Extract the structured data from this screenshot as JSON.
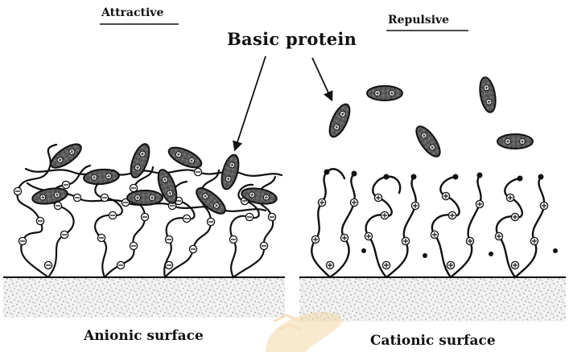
{
  "labels": {
    "attractive": "Attractive",
    "repulsive": "Repulsive",
    "basic_protein": "Basic protein",
    "anionic_surface": "Anionic surface",
    "cationic_surface": "Cationic surface"
  },
  "colors": {
    "ink": "#111111",
    "protein_fill": "#6e6e6e",
    "surface_dots": "#bdbdbd",
    "watermark": "#f3d9a8"
  }
}
